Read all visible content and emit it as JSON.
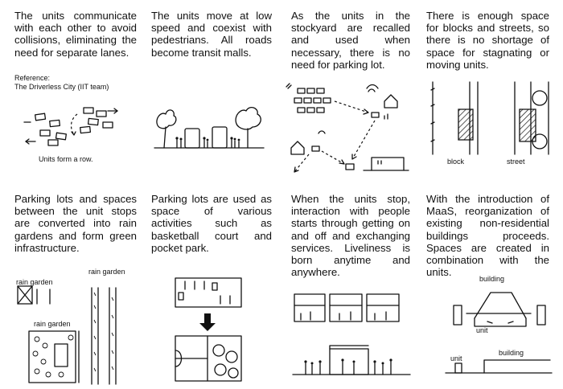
{
  "panels": [
    {
      "text": "The units communicate with each other to avoid collisions, eliminating the need for separate lanes."
    },
    {
      "text": "The units move at low speed and coexist with pedestrians.  All roads become transit malls."
    },
    {
      "text": "As the units in the stockyard are recalled and used when necessary, there is no need for parking lot."
    },
    {
      "text": "There is enough space for blocks and streets, so there is no shortage of space for stagnating or moving units."
    },
    {
      "text": "Parking lots and spaces between the unit stops are converted into rain gardens and form green infrastructure."
    },
    {
      "text": "Parking lots are used as space of various activities such as basketball court and pocket park."
    },
    {
      "text": "When the units stop, interaction with people starts through getting on and off and exchanging services. Liveliness is born anytime and anywhere."
    },
    {
      "text": "With the introduction of MaaS, reorganization of existing non-residential buildings proceeds. Spaces are created in combination with the units."
    }
  ],
  "reference": {
    "label": "Reference:",
    "source": "The Driverless City (IIT team)"
  },
  "labels": {
    "units_row": "Units form a row.",
    "block": "block",
    "street": "street",
    "rain_garden_1": "rain garden",
    "rain_garden_2": "rain garden",
    "rain_garden_3": "rain garden",
    "building_top": "building",
    "unit_top": "unit",
    "unit_bottom": "unit",
    "building_bottom": "building"
  },
  "colors": {
    "ink": "#111111",
    "background": "#ffffff"
  }
}
